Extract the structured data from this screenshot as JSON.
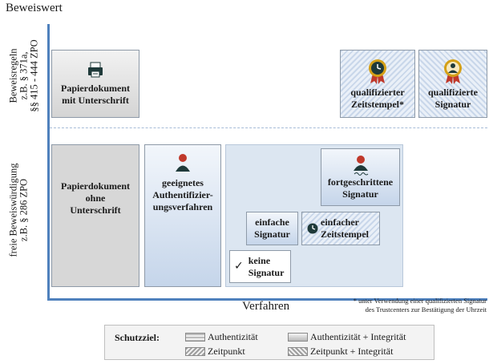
{
  "axes": {
    "y_title": "Beweiswert",
    "x_title": "Verfahren"
  },
  "rows": {
    "top": {
      "line1": "Beweisregeln",
      "line2": "z.B. § 371a,",
      "line3": "§§ 415 - 444 ZPO"
    },
    "bottom": {
      "line1": "freie Beweiswürdigung",
      "line2": "z.B. § 286 ZPO"
    }
  },
  "boxes": {
    "paper_signed": {
      "line1": "Papierdokument",
      "line2": "mit Unterschrift",
      "icon": "document-printer-icon"
    },
    "qualified_timestamp": {
      "line1": "qualifizierter",
      "line2": "Zeitstempel*",
      "icon": "clock-seal-icon"
    },
    "qualified_signature": {
      "line1": "qualifizierte",
      "line2": "Signatur",
      "icon": "person-seal-icon"
    },
    "paper_unsigned": {
      "line1": "Papierdokument",
      "line2": "ohne",
      "line3": "Unterschrift"
    },
    "auth_procedure": {
      "line1": "geeignetes",
      "line2": "Authentifizier-",
      "line3": "ungsverfahren",
      "icon": "person-icon"
    },
    "advanced_signature": {
      "line1": "fortgeschrittene",
      "line2": "Signatur",
      "icon": "person-signature-icon"
    },
    "simple_signature": {
      "line1": "einfache",
      "line2": "Signatur"
    },
    "simple_timestamp": {
      "line1": "einfacher",
      "line2": "Zeitstempel",
      "icon": "clock-icon"
    },
    "no_signature": {
      "line1": "keine",
      "line2": "Signatur",
      "icon": "checkmark-icon",
      "mark": "✓"
    }
  },
  "footnote": {
    "line1": "* unter Verwendung einer qualifizierten Signatur",
    "line2": "des Trustcenters zur Bestätigung der Uhrzeit"
  },
  "legend": {
    "title": "Schutzziel:",
    "items": [
      {
        "label": "Authentizität",
        "swatch": "horizontal-stripes"
      },
      {
        "label": "Authentizität + Integrität",
        "swatch": "gradient"
      },
      {
        "label": "Zeitpunkt",
        "swatch": "diagonal-stripes"
      },
      {
        "label": "Zeitpunkt + Integrität",
        "swatch": "diagonal-stripes-reverse"
      }
    ]
  },
  "colors": {
    "axis": "#4f81bd",
    "gray_box": "#d7d7d7",
    "blue_box": "#c5d5ea",
    "icon_dark": "#1f3a3a",
    "seal_red": "#c0392b"
  }
}
